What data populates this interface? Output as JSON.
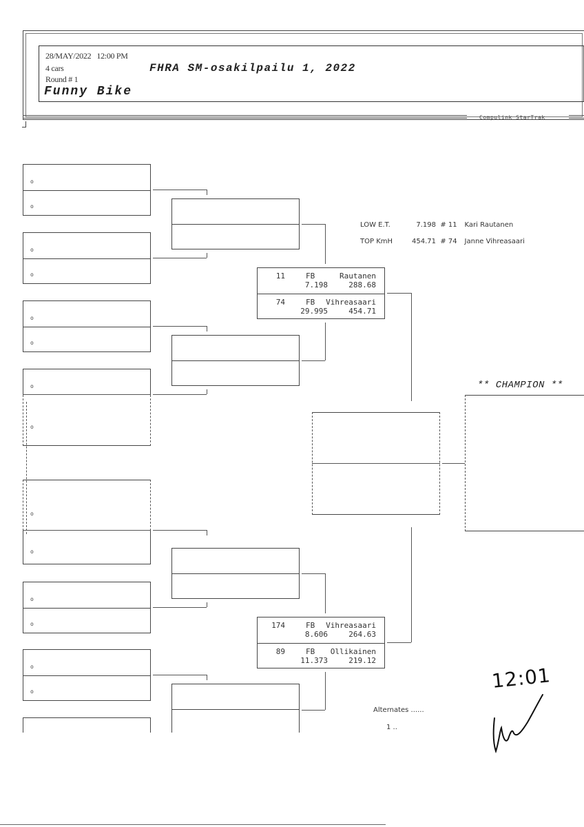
{
  "header": {
    "date": "28/MAY/2022",
    "time": "12:00 PM",
    "cars": "4 cars",
    "round": "Round # 1",
    "event_title": "FHRA SM-osakilpailu 1, 2022",
    "class_name": "Funny Bike",
    "brand": "Compulink  StarTrak"
  },
  "stats": {
    "low_et": {
      "label": "LOW E.T.",
      "value": "7.198",
      "number": "# 11",
      "driver": "Kari Rautanen"
    },
    "top_speed": {
      "label": "TOP KmH",
      "value": "454.71",
      "number": "# 74",
      "driver": "Janne Vihreasaari"
    }
  },
  "round1": {
    "slot_marker": "o"
  },
  "semifinals": [
    {
      "entries": [
        {
          "number": "11",
          "class": "FB",
          "name": "Rautanen",
          "et": "7.198",
          "speed": "288.68"
        },
        {
          "number": "74",
          "class": "FB",
          "name": "Vihreasaari",
          "et": "29.995",
          "speed": "454.71"
        }
      ]
    },
    {
      "entries": [
        {
          "number": "174",
          "class": "FB",
          "name": "Vihreasaari",
          "et": "8.606",
          "speed": "264.63"
        },
        {
          "number": "89",
          "class": "FB",
          "name": "Ollikainen",
          "et": "11.373",
          "speed": "219.12"
        }
      ]
    }
  ],
  "champion": {
    "label": "** CHAMPION **"
  },
  "alternates": {
    "label": "Alternates ......",
    "first": "1 .."
  },
  "handwritten": {
    "time": "12:01",
    "signature": "initials"
  }
}
